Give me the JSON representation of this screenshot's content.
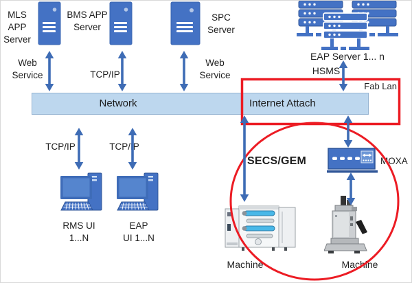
{
  "colors": {
    "icon_blue": "#4472C4",
    "icon_blue_dark": "#2F5597",
    "arrow_blue": "#3E6CB5",
    "bar_fill": "#BDD7EE",
    "highlight_red": "#EC1C24"
  },
  "servers": {
    "mls": {
      "line1": "MLS APP",
      "line2": "Server"
    },
    "bms": {
      "line1": "BMS APP",
      "line2": "Server"
    },
    "spc": {
      "line1": "SPC",
      "line2": "Server"
    }
  },
  "eap_cluster": {
    "label": "EAP Server 1... n"
  },
  "network_bar": {
    "network_label": "Network",
    "internet_label": "Internet Attach"
  },
  "fab_lan_label": "Fab Lan",
  "links": {
    "web_service_left": {
      "line1": "Web",
      "line2": "Service"
    },
    "tcpip_top": "TCP/IP",
    "web_service_right": {
      "line1": "Web",
      "line2": "Service"
    },
    "hsms": "HSMS",
    "tcpip_left": "TCP/IP",
    "tcpip_right": "TCP/IP",
    "secs_gem": "SECS/GEM"
  },
  "clients": {
    "rms_ui": {
      "line1": "RMS UI",
      "line2": "1...N"
    },
    "eap_ui": {
      "line1": "EAP",
      "line2": "UI  1...N"
    }
  },
  "devices": {
    "moxa": {
      "label": "MOXA"
    },
    "machine_left": {
      "label": "Machine"
    },
    "machine_right": {
      "label": "Machine"
    }
  }
}
